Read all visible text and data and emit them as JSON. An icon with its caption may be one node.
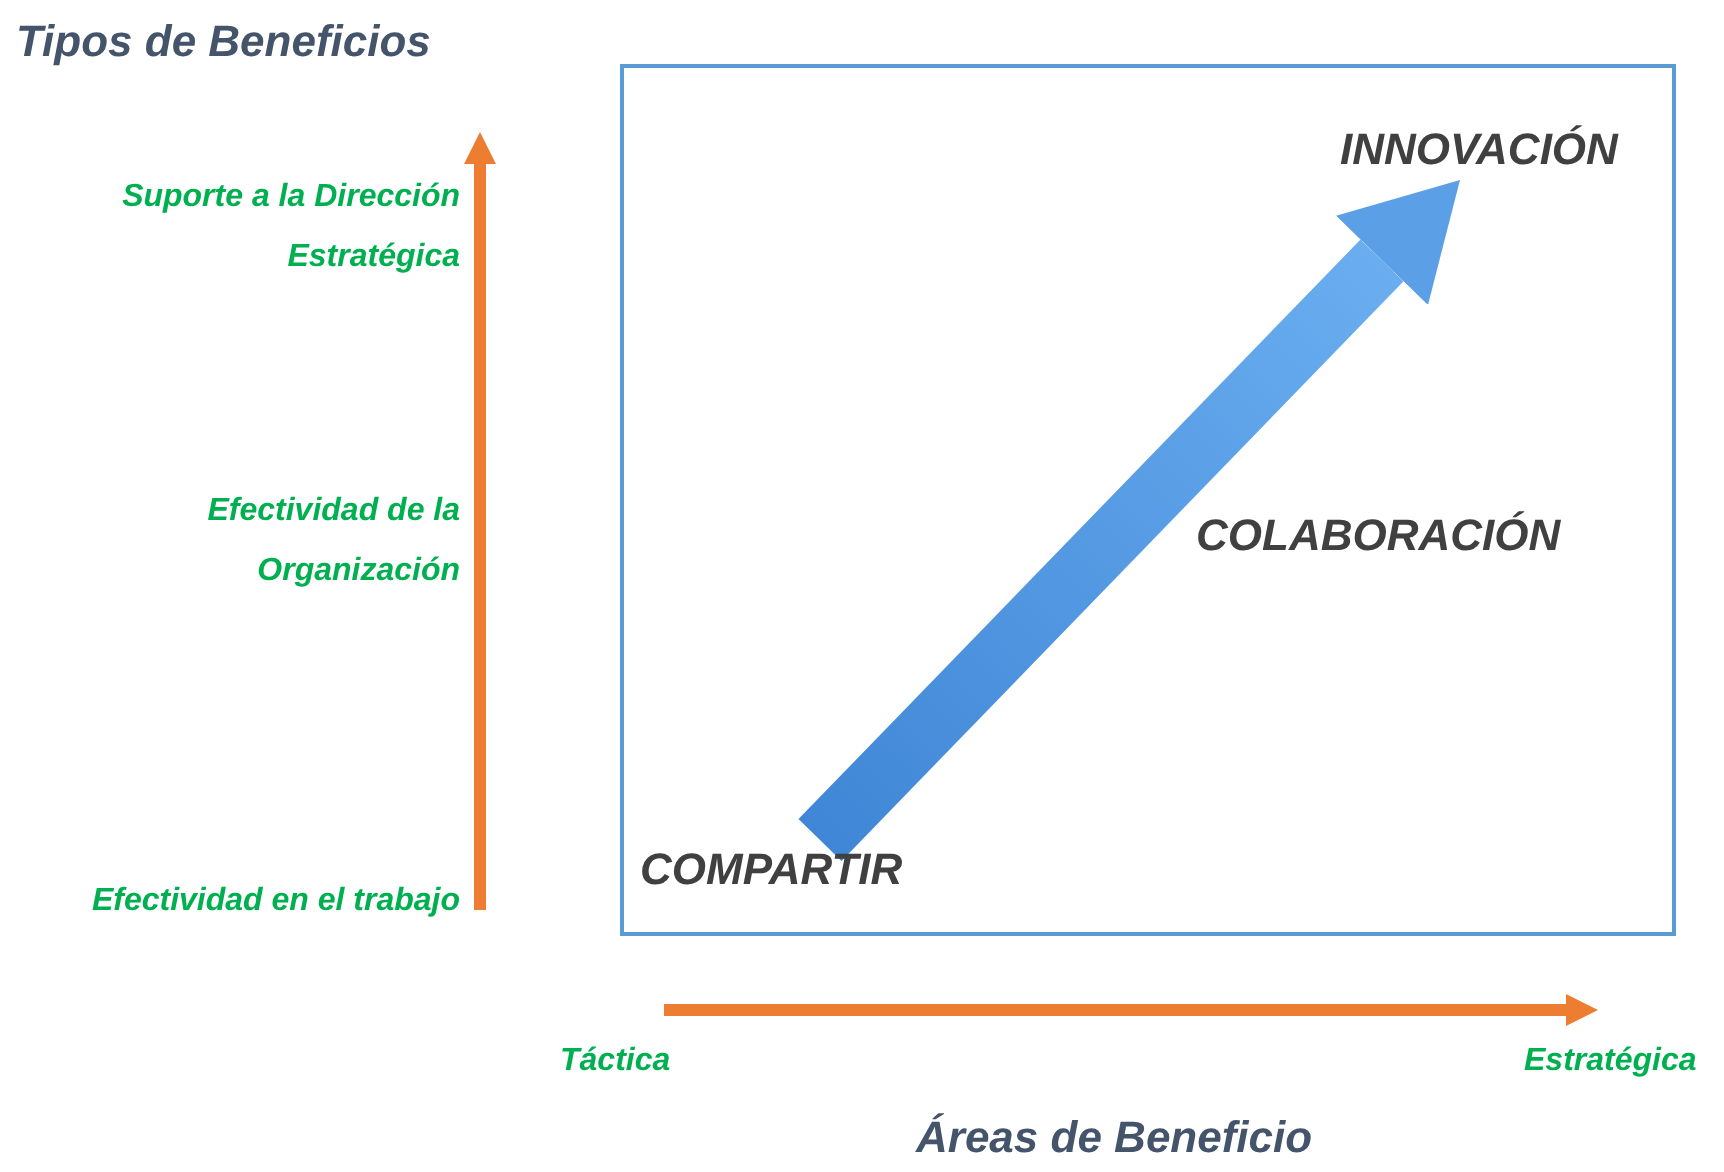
{
  "diagram": {
    "nodes": [
      {
        "text": [],
        "shape": "box"
      },
      {
        "text": [
          "COMPARTIR"
        ],
        "in": 0
      },
      {
        "text": [
          "INNOVACIÓN"
        ],
        "in": 0
      }
    ],
    "edges": [
      {
        "from": 1,
        "to": 2,
        "arrow": "to",
        "style": "thick"
      }
    ],
    "labels": [
      "Tipos de Beneficios",
      "Suporte a la Dirección Estratégica",
      "Efectividad de la Organización",
      "COLABORACIÓN",
      "Efectividad en el trabajo",
      "Táctica",
      "Estratégica",
      "Áreas de Beneficio"
    ]
  }
}
